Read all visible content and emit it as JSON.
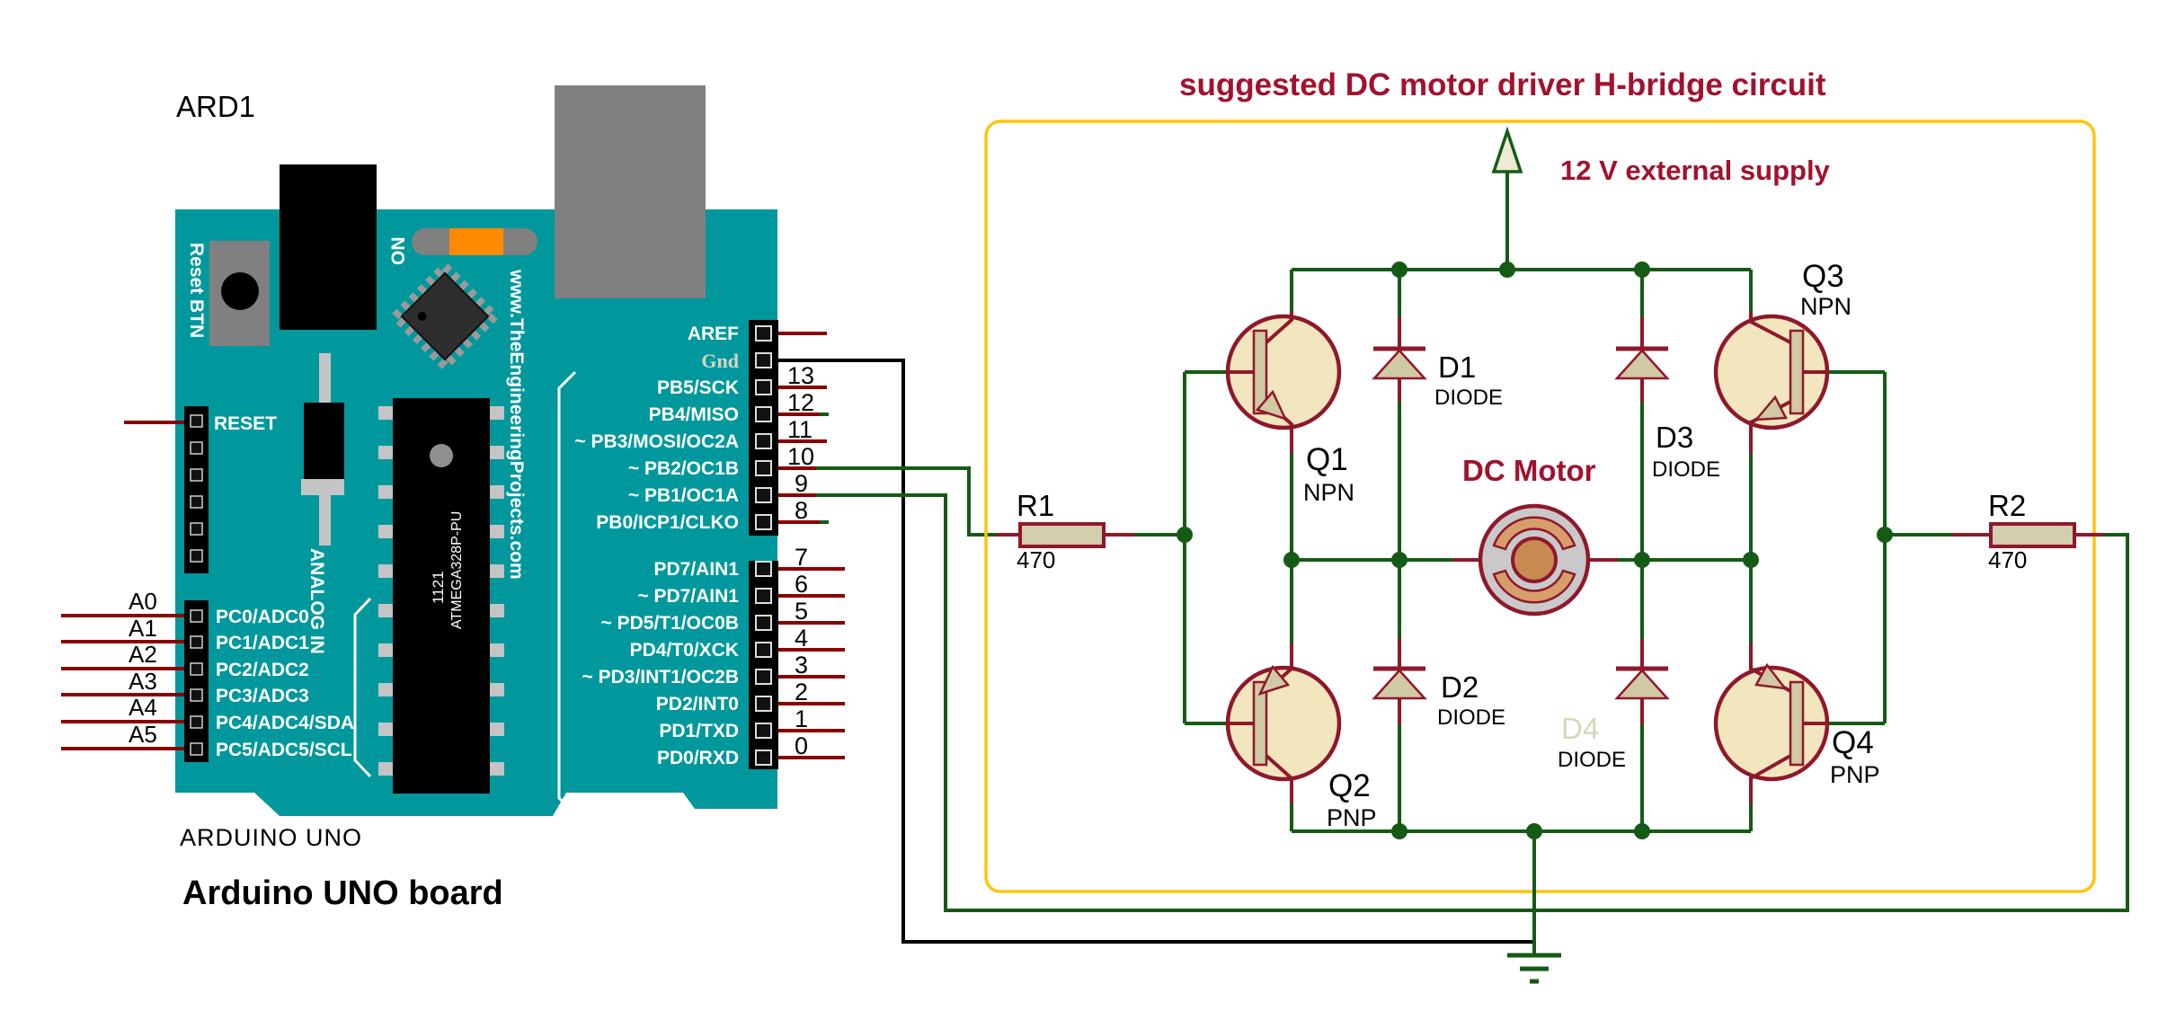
{
  "arduino": {
    "ref": "ARD1",
    "reset_btn": "Reset BTN",
    "on_label": "ON",
    "watermark": "www.TheEngineeringProjects.com",
    "reset_label": "RESET",
    "analog_in_label": "ANALOG IN",
    "chip_date": "1121",
    "chip_part": "ATMEGA328P-PU",
    "board_print": "ARDUINO UNO",
    "caption": "Arduino UNO board",
    "analog_pins": [
      {
        "name": "A0",
        "label": "PC0/ADC0"
      },
      {
        "name": "A1",
        "label": "PC1/ADC1"
      },
      {
        "name": "A2",
        "label": "PC2/ADC2"
      },
      {
        "name": "A3",
        "label": "PC3/ADC3"
      },
      {
        "name": "A4",
        "label": "PC4/ADC4/SDA"
      },
      {
        "name": "A5",
        "label": "PC5/ADC5/SCL"
      }
    ],
    "top_right_pins": [
      {
        "num": "",
        "label": "AREF"
      },
      {
        "num": "",
        "label": "Gnd"
      },
      {
        "num": "13",
        "label": "PB5/SCK"
      },
      {
        "num": "12",
        "label": "PB4/MISO"
      },
      {
        "num": "11",
        "label": "~ PB3/MOSI/OC2A"
      },
      {
        "num": "10",
        "label": "~ PB2/OC1B"
      },
      {
        "num": "9",
        "label": "~ PB1/OC1A"
      },
      {
        "num": "8",
        "label": "PB0/ICP1/CLKO"
      }
    ],
    "bottom_right_pins": [
      {
        "num": "7",
        "label": "PD7/AIN1"
      },
      {
        "num": "6",
        "label": "~ PD7/AIN1"
      },
      {
        "num": "5",
        "label": "~ PD5/T1/OC0B"
      },
      {
        "num": "4",
        "label": "PD4/T0/XCK"
      },
      {
        "num": "3",
        "label": "~ PD3/INT1/OC2B"
      },
      {
        "num": "2",
        "label": "PD2/INT0"
      },
      {
        "num": "1",
        "label": "PD1/TXD"
      },
      {
        "num": "0",
        "label": "PD0/RXD"
      }
    ]
  },
  "hbridge": {
    "title": "suggested DC motor driver H-bridge circuit",
    "supply_label": "12 V external supply",
    "motor_label": "DC Motor",
    "q1": {
      "ref": "Q1",
      "type": "NPN"
    },
    "q2": {
      "ref": "Q2",
      "type": "PNP"
    },
    "q3": {
      "ref": "Q3",
      "type": "NPN"
    },
    "q4": {
      "ref": "Q4",
      "type": "PNP"
    },
    "d1": {
      "ref": "D1",
      "type": "DIODE"
    },
    "d2": {
      "ref": "D2",
      "type": "DIODE"
    },
    "d3": {
      "ref": "D3",
      "type": "DIODE"
    },
    "d4": {
      "ref": "D4",
      "type": "DIODE"
    },
    "r1": {
      "ref": "R1",
      "value": "470"
    },
    "r2": {
      "ref": "R2",
      "value": "470"
    }
  },
  "colors": {
    "board_teal": "#00989c",
    "wire_green": "#155b15",
    "wire_red": "#8b0000",
    "wire_black": "#000000",
    "component_maroon": "#8f182b",
    "component_cream": "#f2e6be",
    "box_yellow": "#ffc30b",
    "annotation_red": "#a1122e",
    "switch_orange": "#ff8a00"
  }
}
